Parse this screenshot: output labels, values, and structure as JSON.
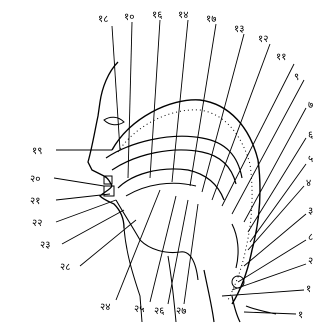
{
  "figure": {
    "callout_labels": [
      {
        "id": "1",
        "text": "१"
      },
      {
        "id": "2",
        "text": "२"
      },
      {
        "id": "3",
        "text": "३"
      },
      {
        "id": "4",
        "text": "४"
      },
      {
        "id": "5",
        "text": "५"
      },
      {
        "id": "6",
        "text": "६"
      },
      {
        "id": "7",
        "text": "७"
      },
      {
        "id": "8",
        "text": "८"
      },
      {
        "id": "9",
        "text": "९"
      },
      {
        "id": "10",
        "text": "१०"
      },
      {
        "id": "11",
        "text": "११"
      },
      {
        "id": "12",
        "text": "१२"
      },
      {
        "id": "13",
        "text": "१३"
      },
      {
        "id": "14",
        "text": "१४"
      },
      {
        "id": "15",
        "text": "१५"
      },
      {
        "id": "16",
        "text": "१६"
      },
      {
        "id": "17",
        "text": "१७"
      },
      {
        "id": "18",
        "text": "१८"
      },
      {
        "id": "19",
        "text": "१९"
      },
      {
        "id": "20",
        "text": "२०"
      },
      {
        "id": "21",
        "text": "२१"
      },
      {
        "id": "22",
        "text": "२२"
      },
      {
        "id": "23",
        "text": "२३"
      },
      {
        "id": "24",
        "text": "२४"
      },
      {
        "id": "25",
        "text": "२५"
      },
      {
        "id": "26",
        "text": "२६"
      },
      {
        "id": "27",
        "text": "२७"
      },
      {
        "id": "28",
        "text": "२८"
      }
    ]
  }
}
